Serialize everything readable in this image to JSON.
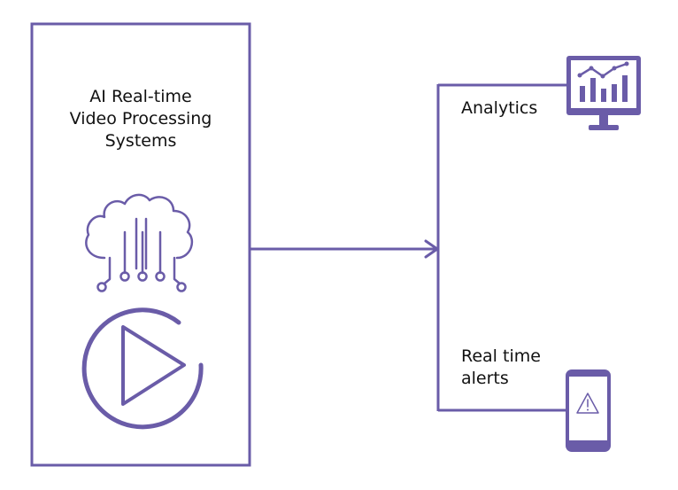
{
  "system": {
    "title_lines": [
      "AI Real-time",
      "Video Processing",
      "Systems"
    ]
  },
  "outputs": {
    "analytics_label": "Analytics",
    "alerts_label_lines": [
      "Real time",
      "alerts"
    ]
  },
  "icons": {
    "system": [
      "cloud-circuit-icon",
      "play-icon"
    ],
    "analytics": "monitor-chart-icon",
    "alerts": "smartphone-warning-icon"
  },
  "colors": {
    "accent": "#6A5CA8",
    "text": "#111111",
    "background": "#FFFFFF"
  }
}
